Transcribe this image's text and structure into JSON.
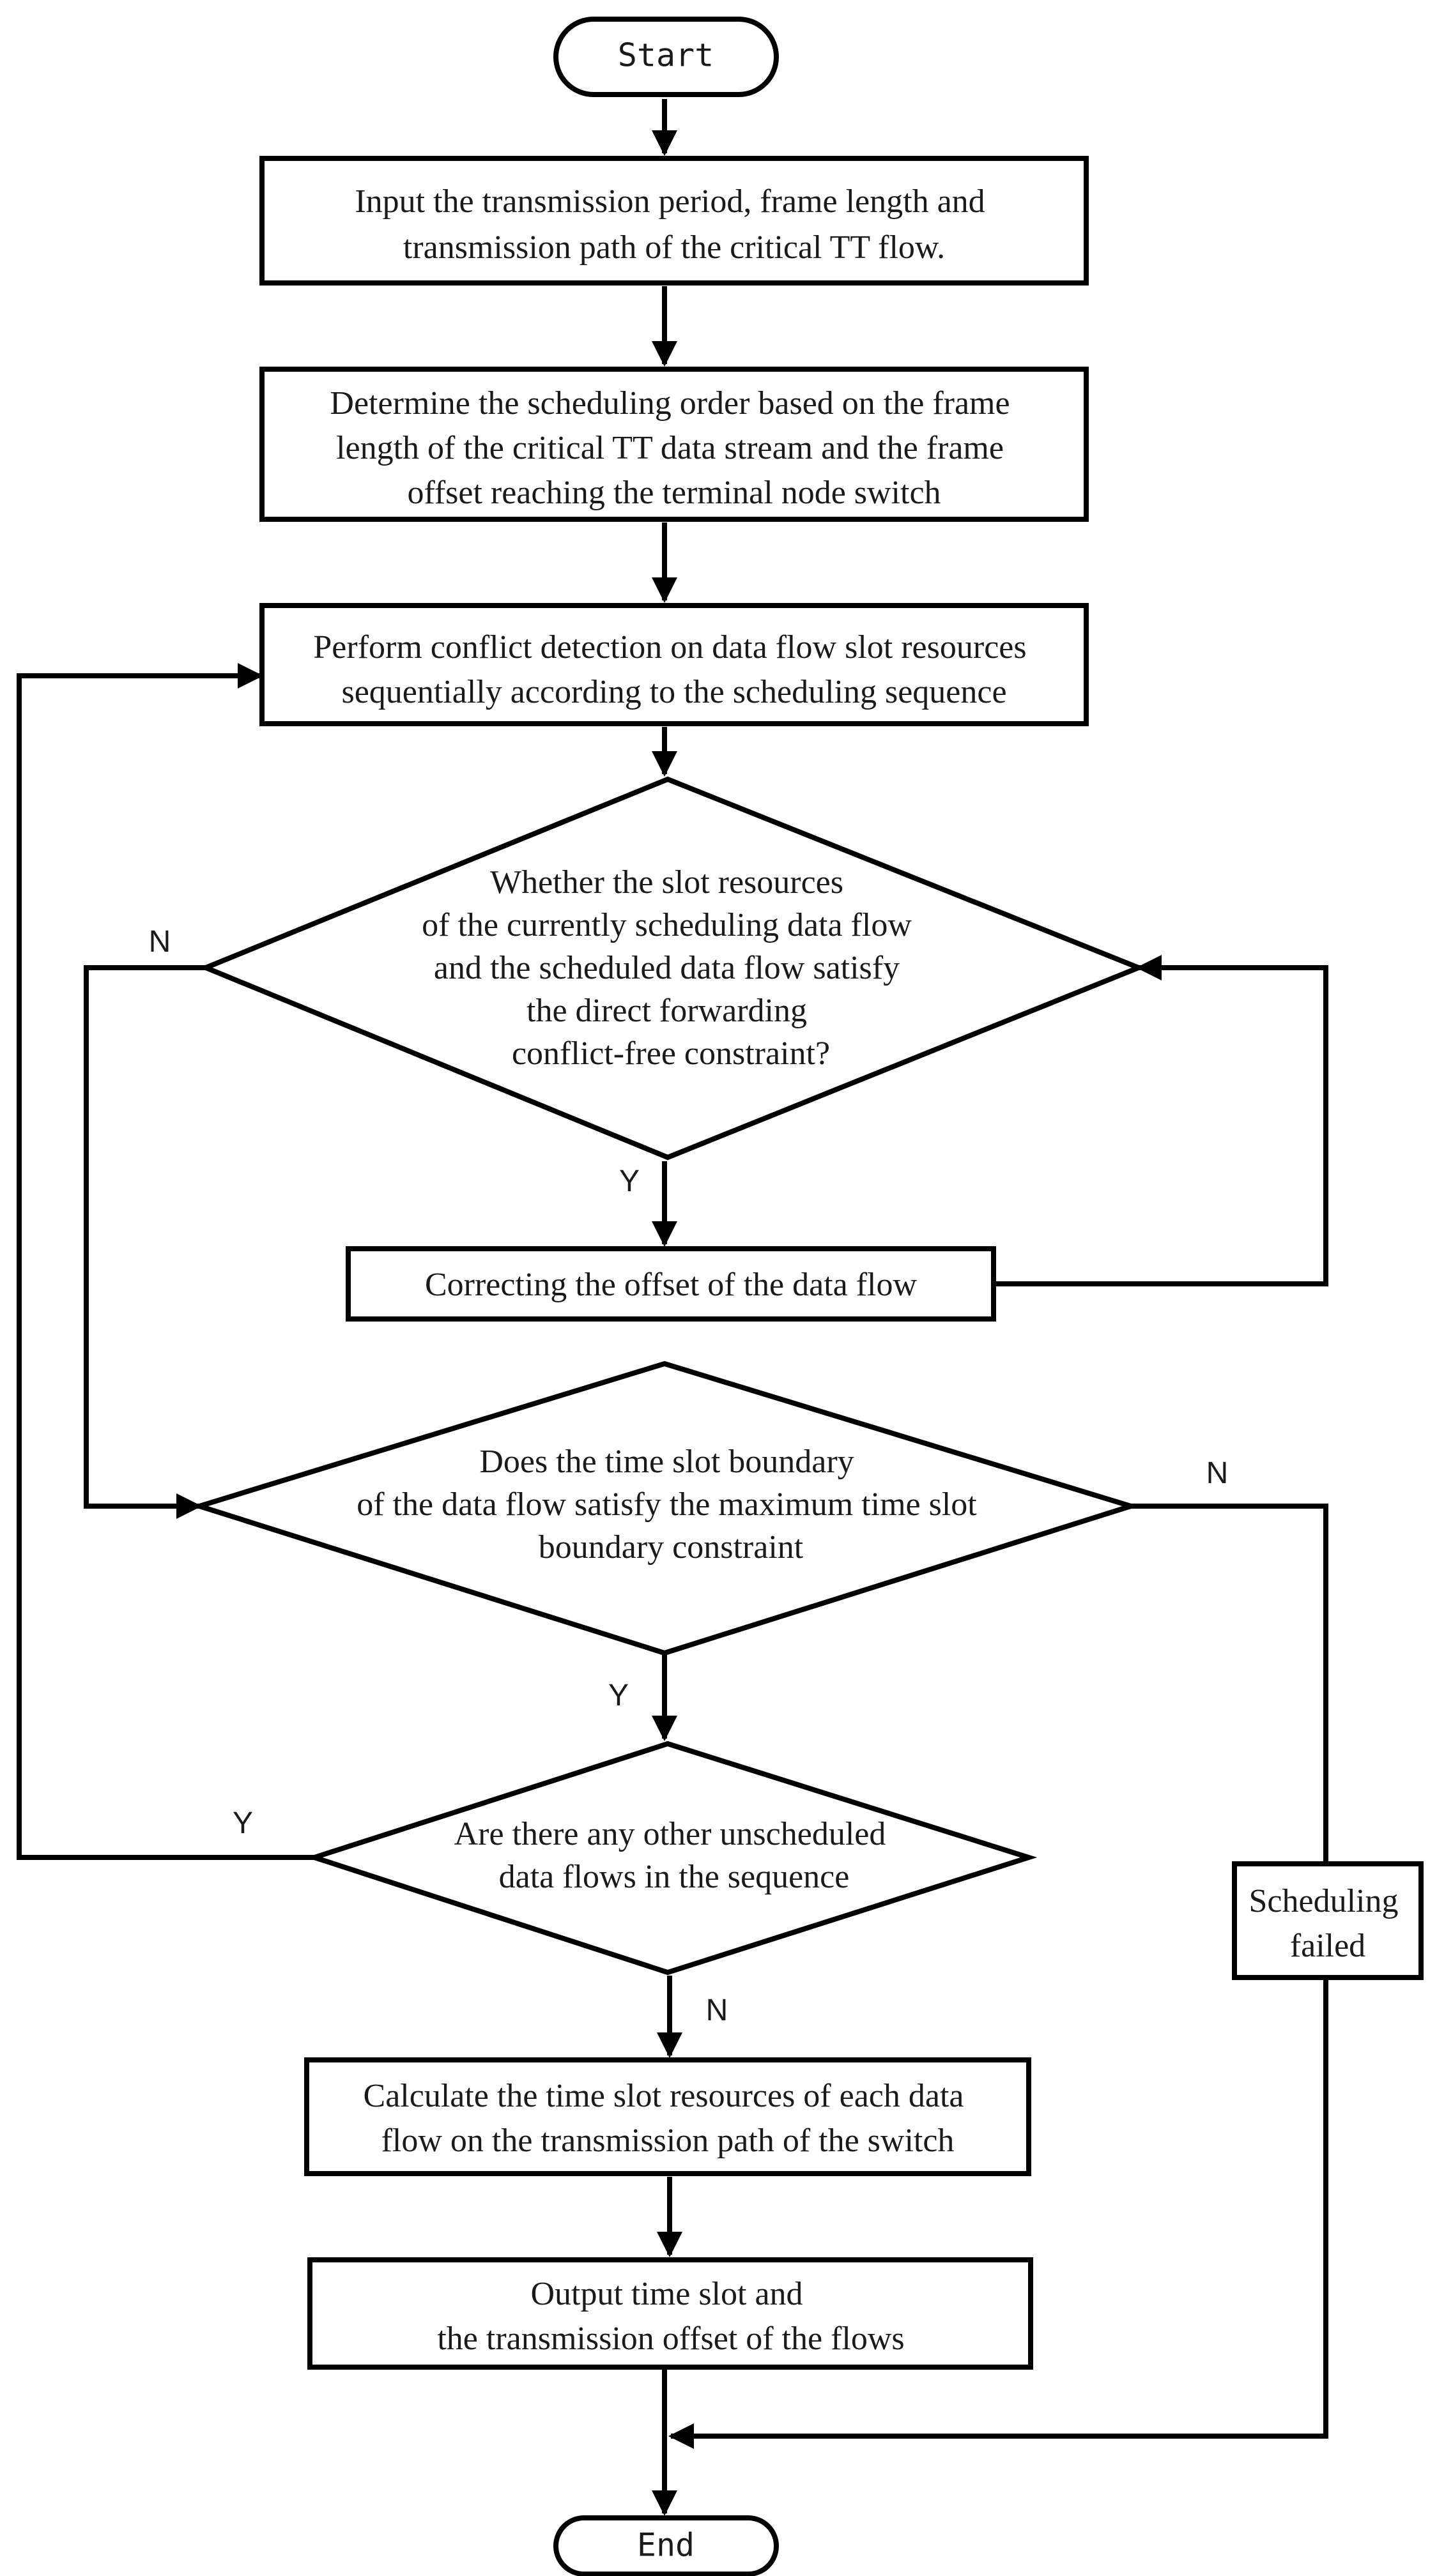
{
  "nodes": {
    "start": "Start",
    "input": [
      "Input the transmission period, frame length and",
      "transmission path of the critical TT flow."
    ],
    "order": [
      "Determine the scheduling order based on the frame",
      "length of the critical TT data stream and the frame",
      "offset reaching the terminal node switch"
    ],
    "detect": [
      "Perform conflict detection on data flow slot resources",
      "sequentially according to the scheduling sequence"
    ],
    "decision1": [
      "Whether the slot resources",
      "of the currently scheduling data flow",
      "and the scheduled data flow satisfy",
      "the direct forwarding",
      "conflict-free constraint?"
    ],
    "correct": "Correcting the offset of the data flow",
    "decision2": [
      "Does the time slot boundary",
      "of the data flow satisfy  the maximum time slot",
      "boundary constraint"
    ],
    "decision3": [
      "Are there any other unscheduled",
      "data flows in the sequence"
    ],
    "fail": [
      "Scheduling",
      "failed"
    ],
    "calc": [
      "Calculate the time slot resources of each data",
      "flow on the transmission path of the switch"
    ],
    "output": [
      "Output time slot and",
      "the transmission offset of the flows"
    ],
    "end": "End"
  },
  "edge_labels": {
    "d1_no": "N",
    "d1_yes": "Y",
    "d2_no": "N",
    "d2_yes": "Y",
    "d3_yes": "Y",
    "d3_no": "N"
  }
}
